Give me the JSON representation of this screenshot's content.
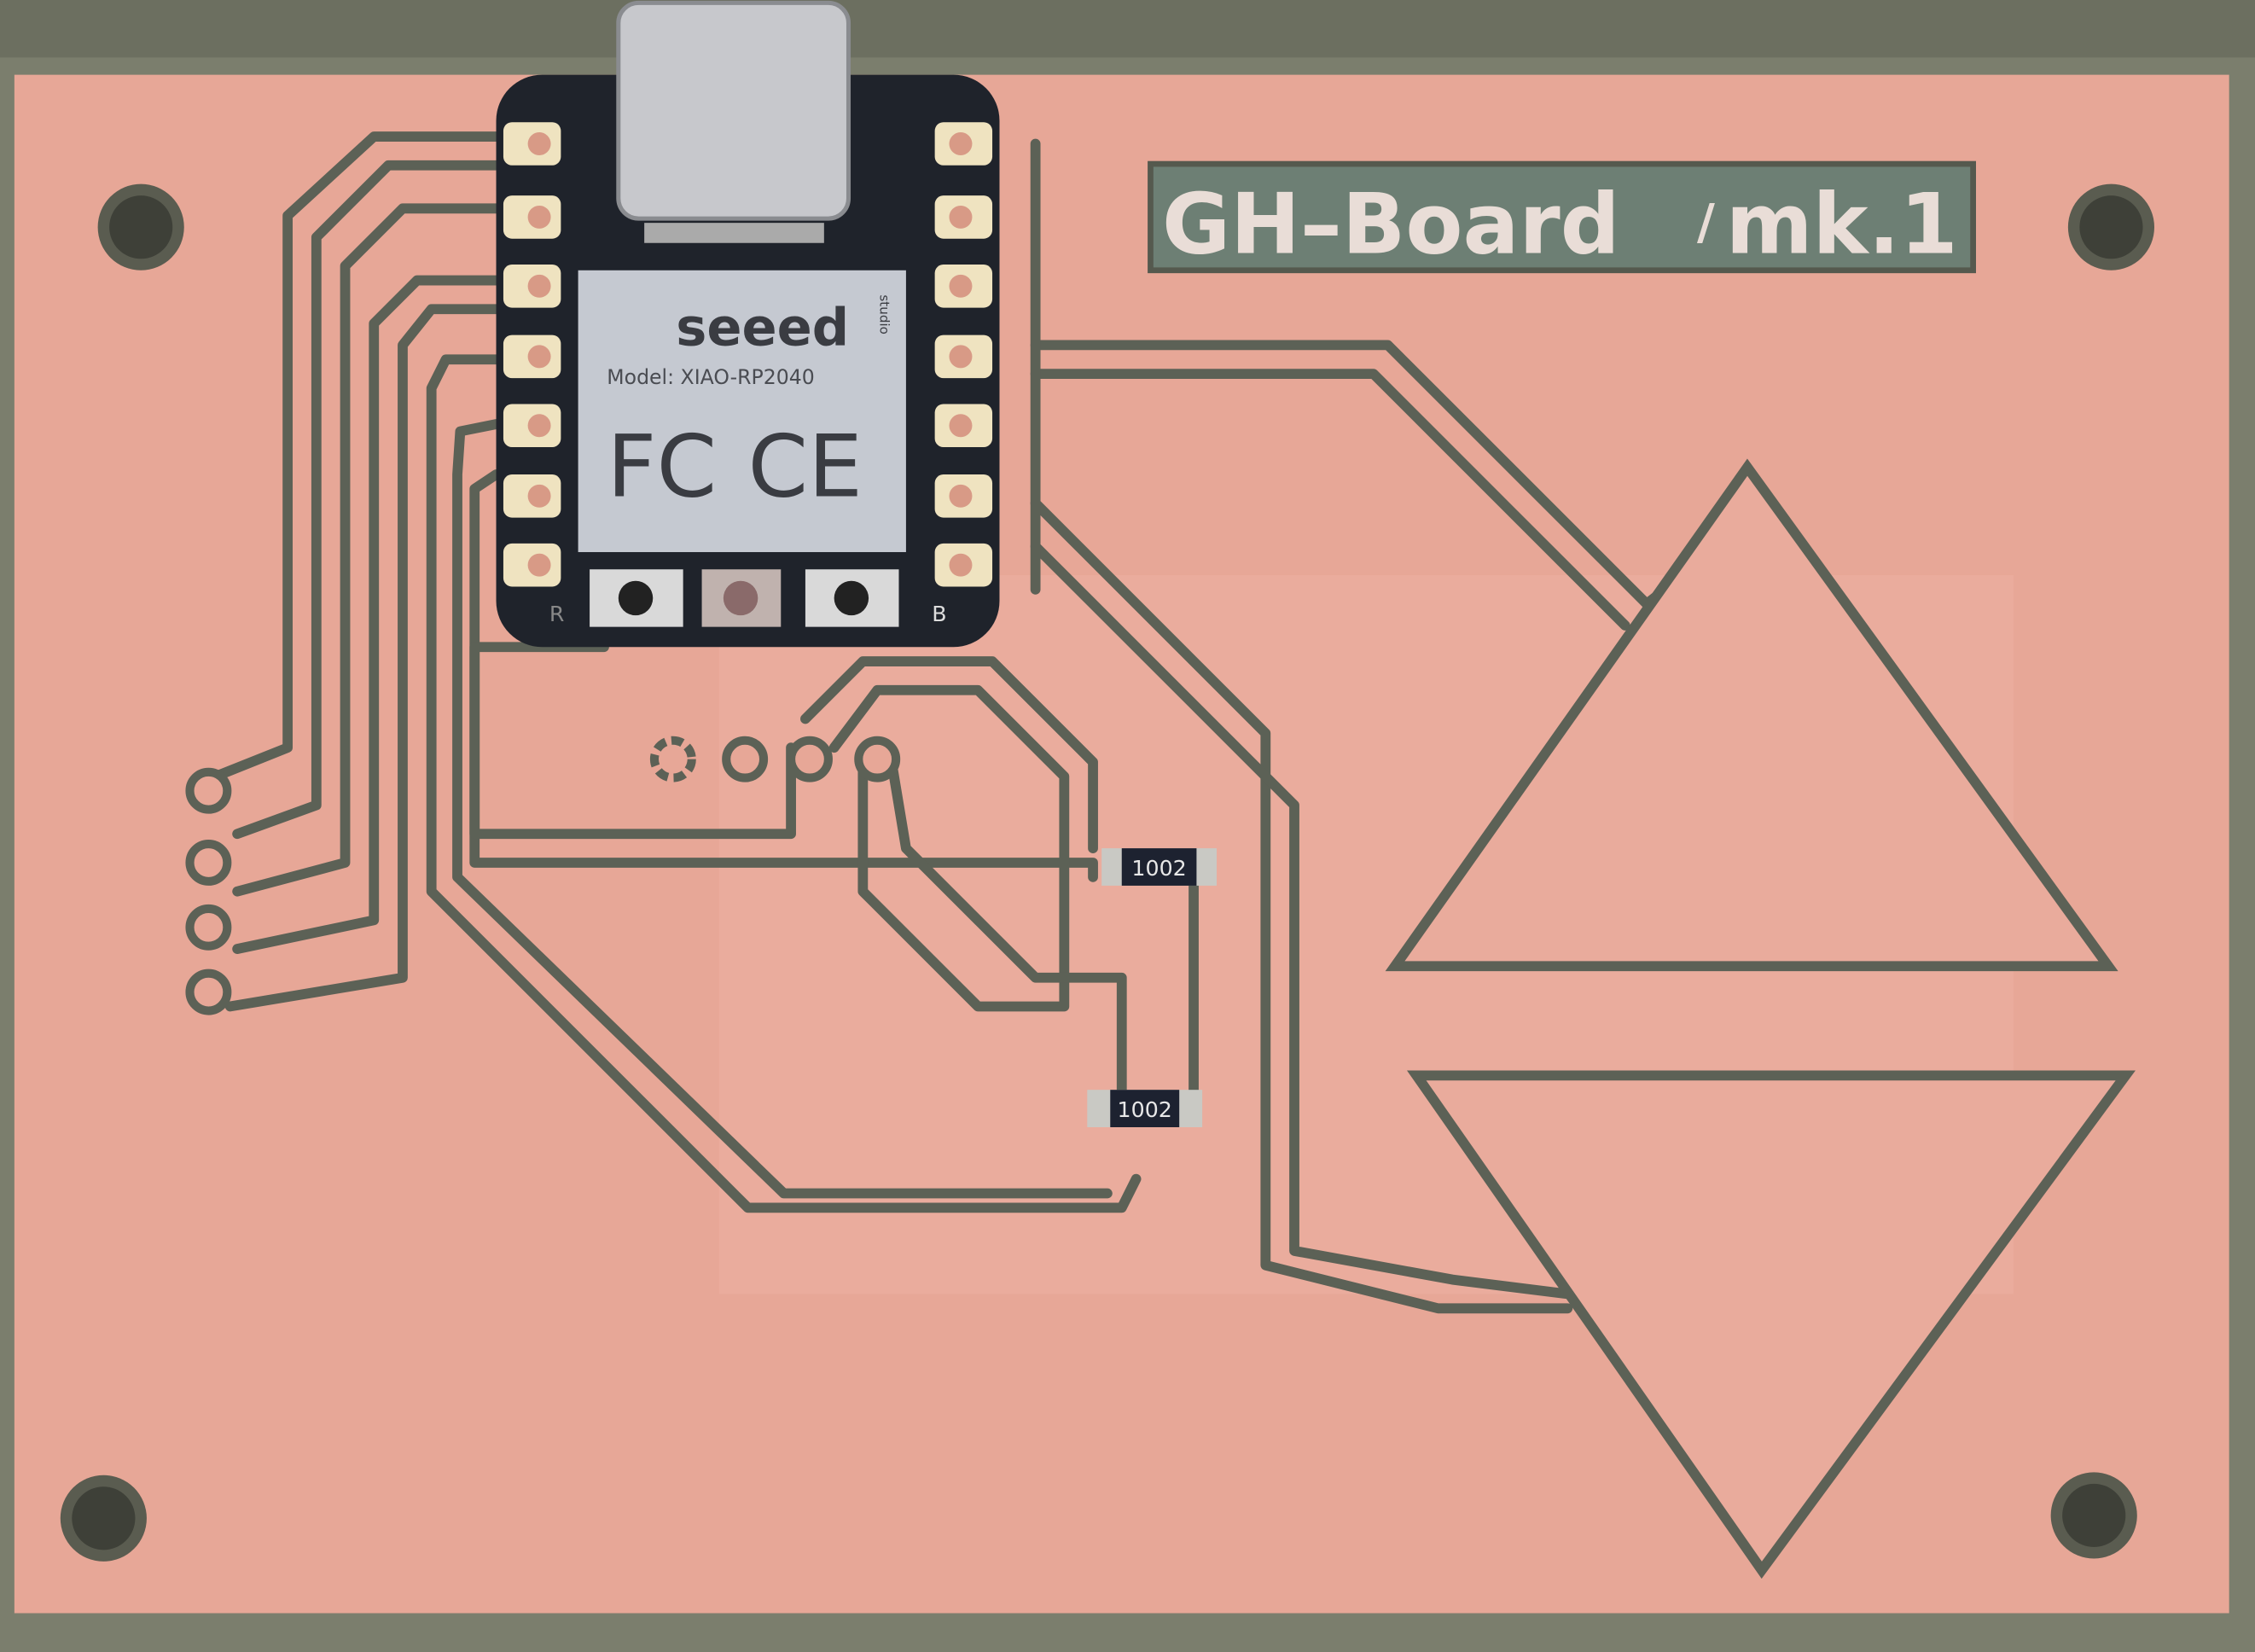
{
  "board": {
    "title_left": "GH–Board",
    "title_sep": "/",
    "title_right": "mk.1",
    "colors": {
      "copper": "#e7a797",
      "substrate": "#7b7e6d",
      "cut": "#5c6156",
      "module": "#1f232b",
      "pad": "#efe3c0"
    }
  },
  "module": {
    "brand": "seeed",
    "brand_sub": "studio",
    "model": "Model: XIAO-RP2040",
    "cert_fc": "FC",
    "cert_ce": "CE",
    "button_left": "R",
    "button_right": "B"
  },
  "resistors": [
    {
      "marking": "1002"
    },
    {
      "marking": "1002"
    }
  ]
}
